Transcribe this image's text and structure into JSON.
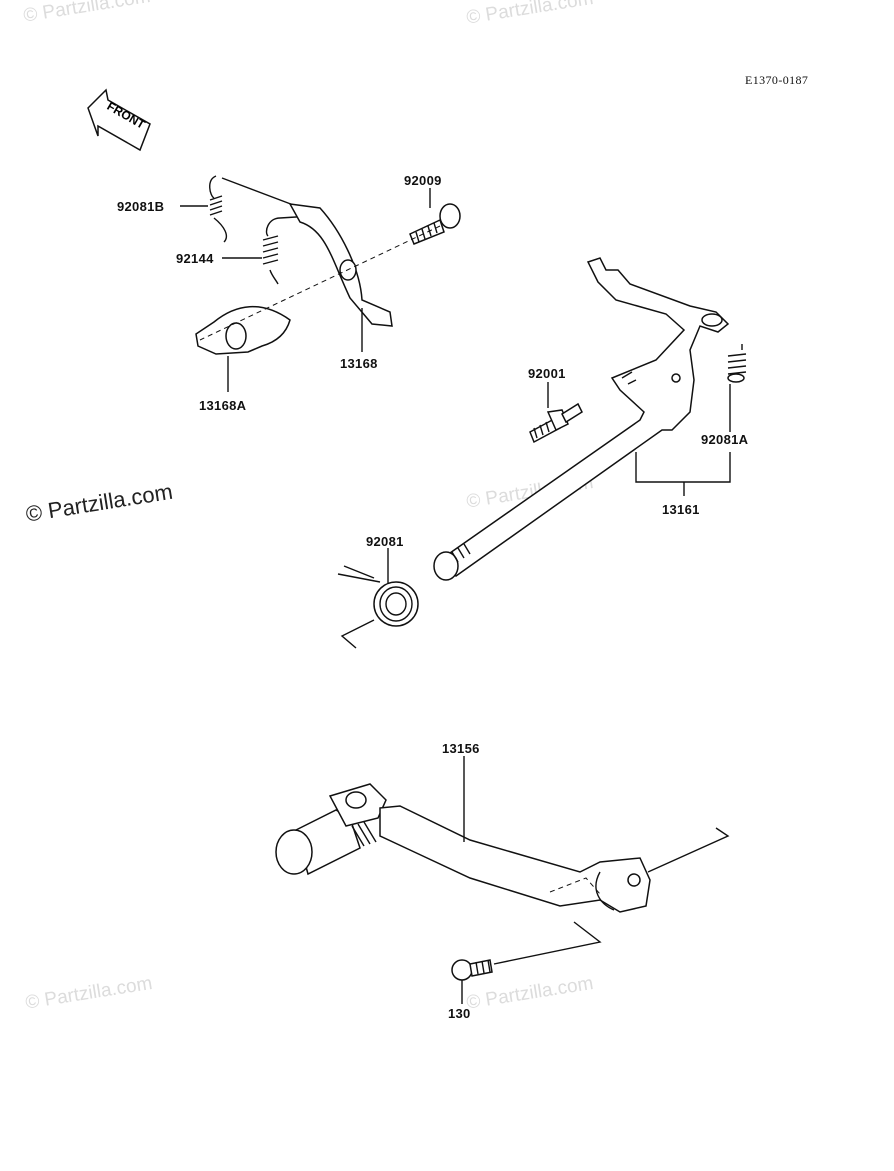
{
  "diagram": {
    "code": "E1370-0187",
    "front_label": "FRONT",
    "watermark": "Partzilla.com",
    "copyright_symbol": "©",
    "parts": [
      {
        "id": "92081b",
        "label": "92081B"
      },
      {
        "id": "92144",
        "label": "92144"
      },
      {
        "id": "92009",
        "label": "92009"
      },
      {
        "id": "13168",
        "label": "13168"
      },
      {
        "id": "13168a",
        "label": "13168A"
      },
      {
        "id": "92001",
        "label": "92001"
      },
      {
        "id": "92081a",
        "label": "92081A"
      },
      {
        "id": "13161",
        "label": "13161"
      },
      {
        "id": "92081",
        "label": "92081"
      },
      {
        "id": "13156",
        "label": "13156"
      },
      {
        "id": "130",
        "label": "130"
      }
    ]
  }
}
